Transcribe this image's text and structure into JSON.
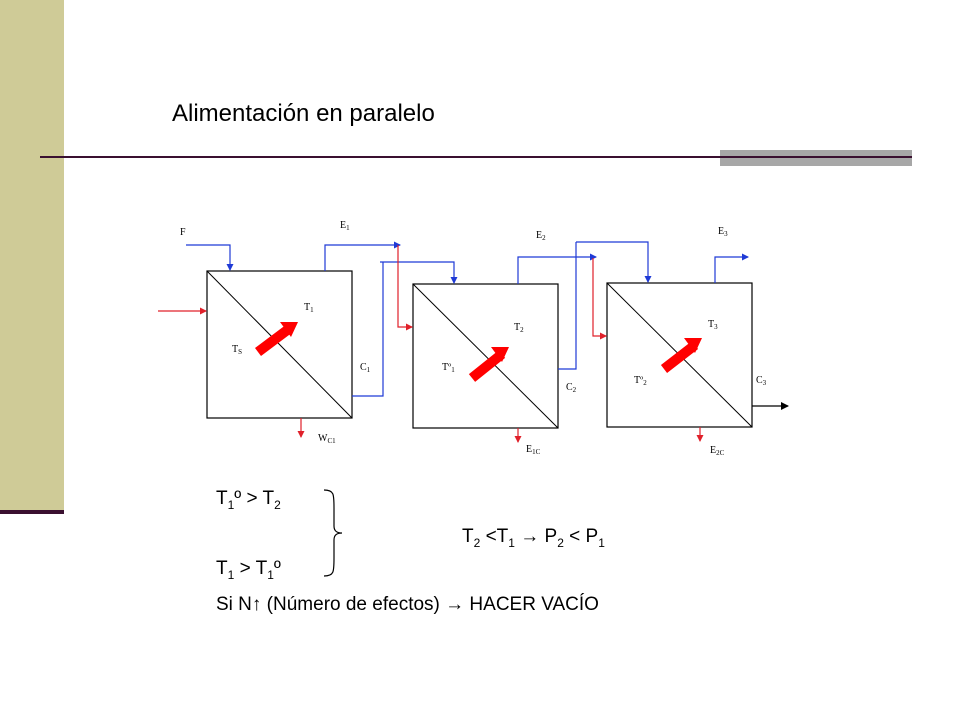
{
  "title": "Alimentación en paralelo",
  "diagram": {
    "labels": {
      "F": "F",
      "E1": "E",
      "E1_sub": "1",
      "E2": "E",
      "E2_sub": "2",
      "E3": "E",
      "E3_sub": "3",
      "T1": "T",
      "T1_sub": "1",
      "T2": "T",
      "T2_sub": "2",
      "T3": "T",
      "T3_sub": "3",
      "TS": "T",
      "TS_sub": "S",
      "C1": "C",
      "C1_sub": "1",
      "C2": "C",
      "C2_sub": "2",
      "C3": "C",
      "C3_sub": "3",
      "T1o": "Tº",
      "T1o_sub": "1",
      "T2o": "Tº",
      "T2o_sub": "2",
      "WC1": "W",
      "WC1_sub": "C1",
      "E1C": "E",
      "E1C_sub": "1C",
      "E2C": "E",
      "E2C_sub": "2C"
    },
    "colors": {
      "blue_stream": "#1f3ad6",
      "red_stream": "#e0202a",
      "arrow": "#ff0000",
      "black": "#000000"
    }
  },
  "equations": {
    "eq1": {
      "a": "T",
      "a_sub": "1",
      "mid": "º > T",
      "b_sub": "2"
    },
    "eq2": {
      "a": "T",
      "a_sub": "1",
      "mid": " > T",
      "b_sub": "1",
      "end": "º"
    },
    "eq3": {
      "a": "T",
      "a_sub": "2",
      "mid": " <T",
      "b_sub": "1",
      "arrow": " → P",
      "c_sub": "2",
      "mid2": " < P",
      "d_sub": "1"
    },
    "eq4": {
      "text1": "Si N",
      "up": "↑",
      "text2": " (Número de efectos) ",
      "arrow": "→",
      "text3": " HACER VACÍO"
    }
  }
}
